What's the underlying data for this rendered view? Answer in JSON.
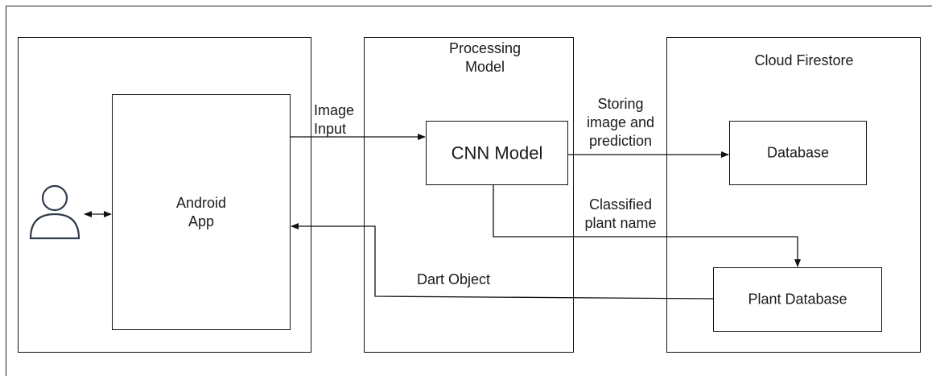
{
  "containers": {
    "app_container_label": "",
    "processing_label": "Processing\nModel",
    "cloud_label": "Cloud Firestore"
  },
  "nodes": {
    "android_app": "Android\nApp",
    "cnn_model": "CNN Model",
    "database": "Database",
    "plant_database": "Plant Database"
  },
  "edges": {
    "image_input": "Image\nInput",
    "storing": "Storing\nimage and\nprediction",
    "classified": "Classified\nplant name",
    "dart_object": "Dart Object"
  },
  "icons": {
    "user": "user-icon"
  }
}
